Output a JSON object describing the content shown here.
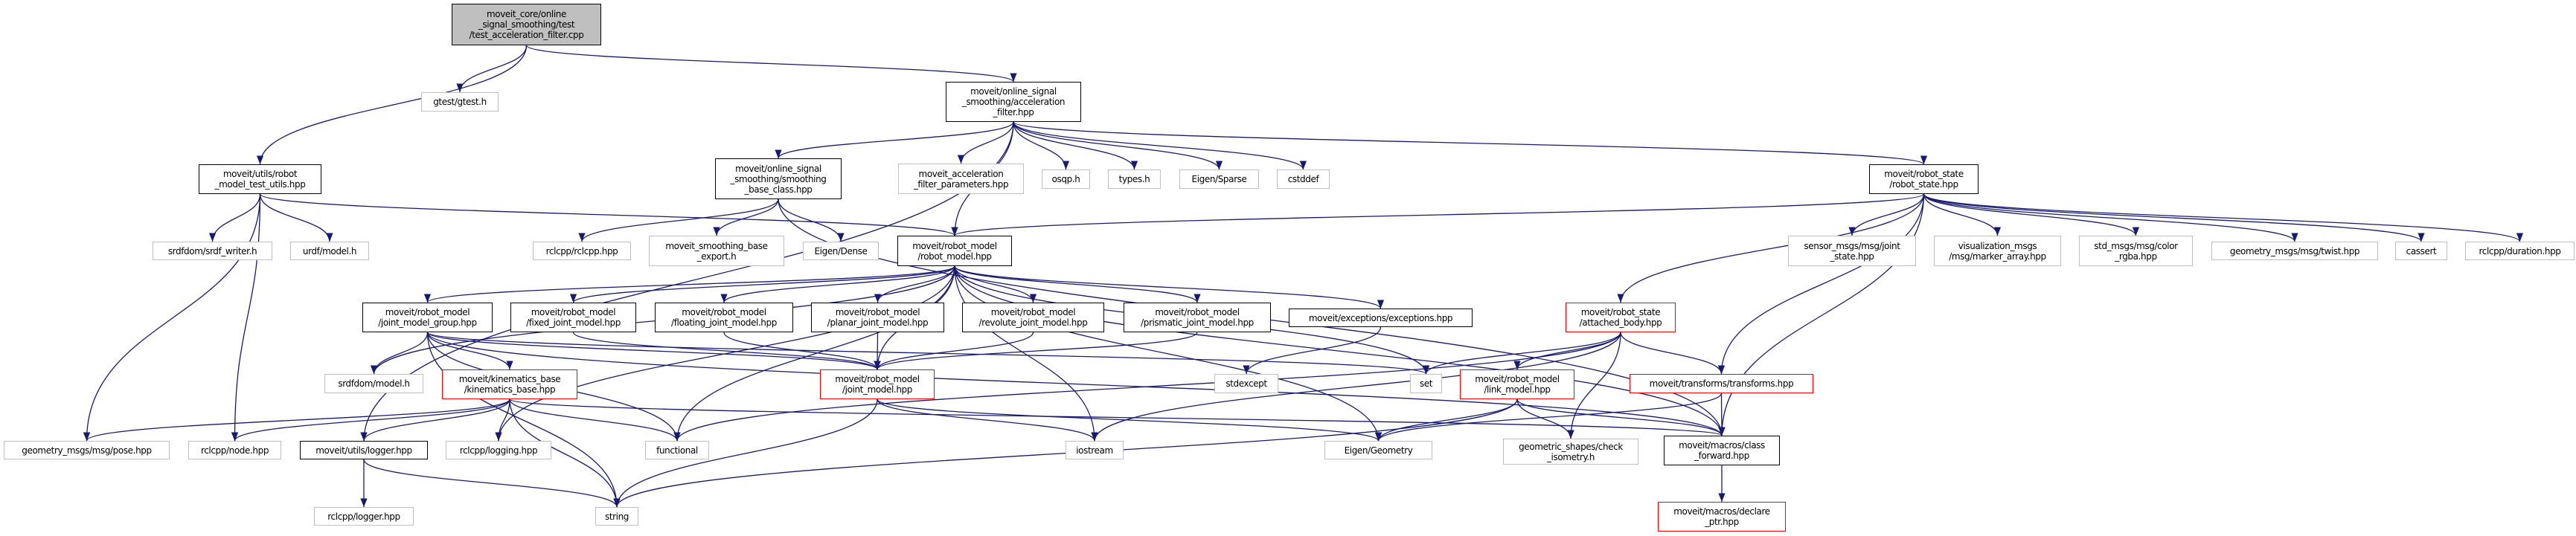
{
  "colors": {
    "edge": "#191970",
    "documented_border": "#000000",
    "external_border": "#bfbfbf",
    "truncated_border": "#ff0000",
    "root_fill": "#bfbfbf"
  },
  "nodes": [
    {
      "id": "root",
      "label": "moveit_core/online\n_signal_smoothing/test\n/test_acceleration_filter.cpp",
      "kind": "root"
    },
    {
      "id": "gtest",
      "label": "gtest/gtest.h",
      "kind": "ext"
    },
    {
      "id": "utils_test",
      "label": "moveit/utils/robot\n_model_test_utils.hpp",
      "kind": "doc"
    },
    {
      "id": "accel_filter",
      "label": "moveit/online_signal\n_smoothing/acceleration\n_filter.hpp",
      "kind": "doc"
    },
    {
      "id": "srdf_writer",
      "label": "srdfdom/srdf_writer.h",
      "kind": "ext"
    },
    {
      "id": "urdf_model",
      "label": "urdf/model.h",
      "kind": "ext"
    },
    {
      "id": "rclcpp",
      "label": "rclcpp/rclcpp.hpp",
      "kind": "ext"
    },
    {
      "id": "smooth_export",
      "label": "moveit_smoothing_base\n_export.h",
      "kind": "ext"
    },
    {
      "id": "smooth_base",
      "label": "moveit/online_signal\n_smoothing/smoothing\n_base_class.hpp",
      "kind": "doc"
    },
    {
      "id": "accel_params",
      "label": "moveit_acceleration\n_filter_parameters.hpp",
      "kind": "ext"
    },
    {
      "id": "osqp",
      "label": "osqp.h",
      "kind": "ext"
    },
    {
      "id": "types",
      "label": "types.h",
      "kind": "ext"
    },
    {
      "id": "sparse",
      "label": "Eigen/Sparse",
      "kind": "ext"
    },
    {
      "id": "cstddef",
      "label": "cstddef",
      "kind": "ext"
    },
    {
      "id": "dense",
      "label": "Eigen/Dense",
      "kind": "ext"
    },
    {
      "id": "robot_model",
      "label": "moveit/robot_model\n/robot_model.hpp",
      "kind": "doc"
    },
    {
      "id": "robot_state",
      "label": "moveit/robot_state\n/robot_state.hpp",
      "kind": "doc"
    },
    {
      "id": "joint_state",
      "label": "sensor_msgs/msg/joint\n_state.hpp",
      "kind": "ext"
    },
    {
      "id": "marker",
      "label": "visualization_msgs\n/msg/marker_array.hpp",
      "kind": "ext"
    },
    {
      "id": "color",
      "label": "std_msgs/msg/color\n_rgba.hpp",
      "kind": "ext"
    },
    {
      "id": "twist",
      "label": "geometry_msgs/msg/twist.hpp",
      "kind": "ext"
    },
    {
      "id": "cassert",
      "label": "cassert",
      "kind": "ext"
    },
    {
      "id": "duration",
      "label": "rclcpp/duration.hpp",
      "kind": "ext"
    },
    {
      "id": "jmg",
      "label": "moveit/robot_model\n/joint_model_group.hpp",
      "kind": "doc"
    },
    {
      "id": "fixed",
      "label": "moveit/robot_model\n/fixed_joint_model.hpp",
      "kind": "doc"
    },
    {
      "id": "floating",
      "label": "moveit/robot_model\n/floating_joint_model.hpp",
      "kind": "doc"
    },
    {
      "id": "planar",
      "label": "moveit/robot_model\n/planar_joint_model.hpp",
      "kind": "doc"
    },
    {
      "id": "revolute",
      "label": "moveit/robot_model\n/revolute_joint_model.hpp",
      "kind": "doc"
    },
    {
      "id": "prismatic",
      "label": "moveit/robot_model\n/prismatic_joint_model.hpp",
      "kind": "doc"
    },
    {
      "id": "exceptions",
      "label": "moveit/exceptions/exceptions.hpp",
      "kind": "doc"
    },
    {
      "id": "attached",
      "label": "moveit/robot_state\n/attached_body.hpp",
      "kind": "trunc"
    },
    {
      "id": "srdf_model",
      "label": "srdfdom/model.h",
      "kind": "ext"
    },
    {
      "id": "kin_base",
      "label": "moveit/kinematics_base\n/kinematics_base.hpp",
      "kind": "trunc"
    },
    {
      "id": "joint_model",
      "label": "moveit/robot_model\n/joint_model.hpp",
      "kind": "trunc"
    },
    {
      "id": "stdexcept",
      "label": "stdexcept",
      "kind": "ext"
    },
    {
      "id": "set",
      "label": "set",
      "kind": "ext"
    },
    {
      "id": "link_model",
      "label": "moveit/robot_model\n/link_model.hpp",
      "kind": "trunc"
    },
    {
      "id": "transforms",
      "label": "moveit/transforms/transforms.hpp",
      "kind": "trunc"
    },
    {
      "id": "pose",
      "label": "geometry_msgs/msg/pose.hpp",
      "kind": "ext"
    },
    {
      "id": "node",
      "label": "rclcpp/node.hpp",
      "kind": "ext"
    },
    {
      "id": "logger",
      "label": "moveit/utils/logger.hpp",
      "kind": "doc"
    },
    {
      "id": "logging",
      "label": "rclcpp/logging.hpp",
      "kind": "ext"
    },
    {
      "id": "functional",
      "label": "functional",
      "kind": "ext"
    },
    {
      "id": "iostream",
      "label": "iostream",
      "kind": "ext"
    },
    {
      "id": "geometry",
      "label": "Eigen/Geometry",
      "kind": "ext"
    },
    {
      "id": "check_iso",
      "label": "geometric_shapes/check\n_isometry.h",
      "kind": "ext"
    },
    {
      "id": "class_fwd",
      "label": "moveit/macros/class\n_forward.hpp",
      "kind": "doc"
    },
    {
      "id": "rclcpp_logger",
      "label": "rclcpp/logger.hpp",
      "kind": "ext"
    },
    {
      "id": "string",
      "label": "string",
      "kind": "ext"
    },
    {
      "id": "declare_ptr",
      "label": "moveit/macros/declare\n_ptr.hpp",
      "kind": "trunc"
    }
  ],
  "edges": [
    [
      "root",
      "gtest"
    ],
    [
      "root",
      "utils_test"
    ],
    [
      "root",
      "accel_filter"
    ],
    [
      "utils_test",
      "srdf_writer"
    ],
    [
      "utils_test",
      "urdf_model"
    ],
    [
      "utils_test",
      "pose"
    ],
    [
      "utils_test",
      "node"
    ],
    [
      "utils_test",
      "robot_model"
    ],
    [
      "accel_filter",
      "smooth_base"
    ],
    [
      "accel_filter",
      "accel_params"
    ],
    [
      "accel_filter",
      "osqp"
    ],
    [
      "accel_filter",
      "types"
    ],
    [
      "accel_filter",
      "sparse"
    ],
    [
      "accel_filter",
      "cstddef"
    ],
    [
      "accel_filter",
      "robot_state"
    ],
    [
      "accel_filter",
      "robot_model"
    ],
    [
      "accel_filter",
      "logger"
    ],
    [
      "smooth_base",
      "rclcpp"
    ],
    [
      "smooth_base",
      "smooth_export"
    ],
    [
      "smooth_base",
      "dense"
    ],
    [
      "smooth_base",
      "class_fwd"
    ],
    [
      "robot_state",
      "robot_model"
    ],
    [
      "robot_state",
      "joint_state"
    ],
    [
      "robot_state",
      "marker"
    ],
    [
      "robot_state",
      "color"
    ],
    [
      "robot_state",
      "twist"
    ],
    [
      "robot_state",
      "cassert"
    ],
    [
      "robot_state",
      "duration"
    ],
    [
      "robot_state",
      "attached"
    ],
    [
      "robot_state",
      "transforms"
    ],
    [
      "robot_state",
      "class_fwd"
    ],
    [
      "robot_model",
      "jmg"
    ],
    [
      "robot_model",
      "fixed"
    ],
    [
      "robot_model",
      "floating"
    ],
    [
      "robot_model",
      "planar"
    ],
    [
      "robot_model",
      "revolute"
    ],
    [
      "robot_model",
      "prismatic"
    ],
    [
      "robot_model",
      "exceptions"
    ],
    [
      "robot_model",
      "srdf_model"
    ],
    [
      "robot_model",
      "joint_model"
    ],
    [
      "robot_model",
      "logging"
    ],
    [
      "robot_model",
      "set"
    ],
    [
      "robot_model",
      "geometry"
    ],
    [
      "robot_model",
      "iostream"
    ],
    [
      "robot_model",
      "functional"
    ],
    [
      "robot_model",
      "class_fwd"
    ],
    [
      "jmg",
      "srdf_model"
    ],
    [
      "jmg",
      "kin_base"
    ],
    [
      "jmg",
      "string"
    ],
    [
      "jmg",
      "functional"
    ],
    [
      "jmg",
      "joint_model"
    ],
    [
      "jmg",
      "set"
    ],
    [
      "jmg",
      "class_fwd"
    ],
    [
      "fixed",
      "joint_model"
    ],
    [
      "floating",
      "joint_model"
    ],
    [
      "planar",
      "joint_model"
    ],
    [
      "revolute",
      "joint_model"
    ],
    [
      "prismatic",
      "joint_model"
    ],
    [
      "exceptions",
      "stdexcept"
    ],
    [
      "kin_base",
      "pose"
    ],
    [
      "kin_base",
      "node"
    ],
    [
      "kin_base",
      "logger"
    ],
    [
      "kin_base",
      "logging"
    ],
    [
      "kin_base",
      "string"
    ],
    [
      "kin_base",
      "functional"
    ],
    [
      "kin_base",
      "class_fwd"
    ],
    [
      "logger",
      "rclcpp_logger"
    ],
    [
      "logger",
      "string"
    ],
    [
      "joint_model",
      "string"
    ],
    [
      "joint_model",
      "iostream"
    ],
    [
      "joint_model",
      "geometry"
    ],
    [
      "attached",
      "link_model"
    ],
    [
      "attached",
      "transforms"
    ],
    [
      "attached",
      "check_iso"
    ],
    [
      "attached",
      "set"
    ],
    [
      "attached",
      "functional"
    ],
    [
      "attached",
      "iostream"
    ],
    [
      "link_model",
      "geometry"
    ],
    [
      "link_model",
      "check_iso"
    ],
    [
      "link_model",
      "class_fwd"
    ],
    [
      "link_model",
      "string"
    ],
    [
      "transforms",
      "geometry"
    ],
    [
      "transforms",
      "class_fwd"
    ],
    [
      "class_fwd",
      "declare_ptr"
    ]
  ]
}
